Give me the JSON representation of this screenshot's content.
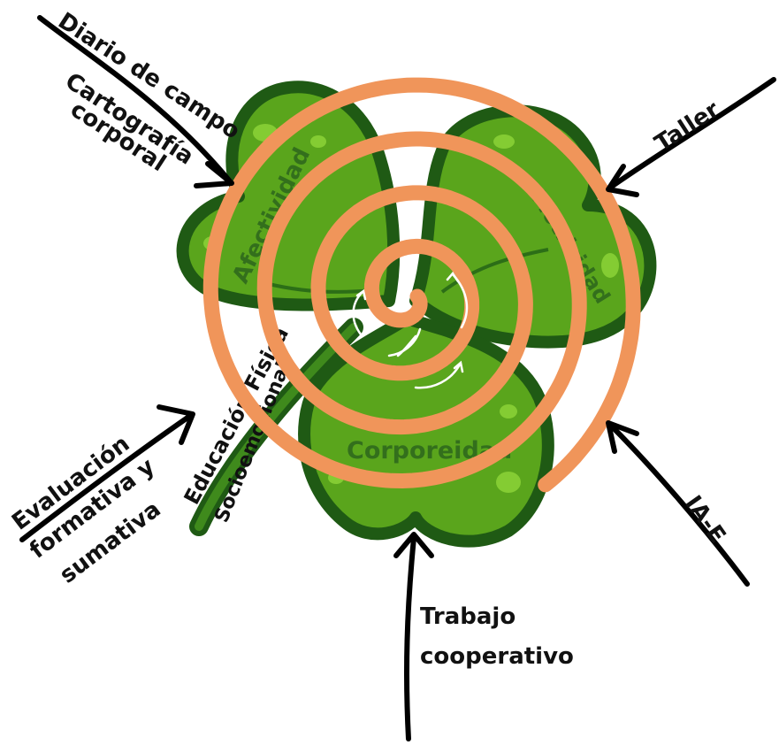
{
  "inputs": {
    "diario": "Diario de campo",
    "cartografia_line1": "Cartografía",
    "cartografia_line2": "corporal",
    "taller": "Taller",
    "evaluacion_line1": "Evaluación",
    "evaluacion_line2": "formativa y",
    "evaluacion_line3": "sumativa",
    "ia_e": "IA-E",
    "trabajo_line1": "Trabajo",
    "trabajo_line2": "cooperativo"
  },
  "stem_labels": {
    "educacion_fisica": "Educación Física",
    "socioemocional": "Socioemocional"
  },
  "lobes": {
    "afectividad": "Afectividad",
    "motricidad": "Motricidad",
    "corporeidad": "Corporeidad"
  },
  "colors": {
    "lobe_fill": "#5aa51c",
    "lobe_outline": "#1f5a14",
    "spiral": "#f0955a",
    "arrow": "#000000"
  }
}
